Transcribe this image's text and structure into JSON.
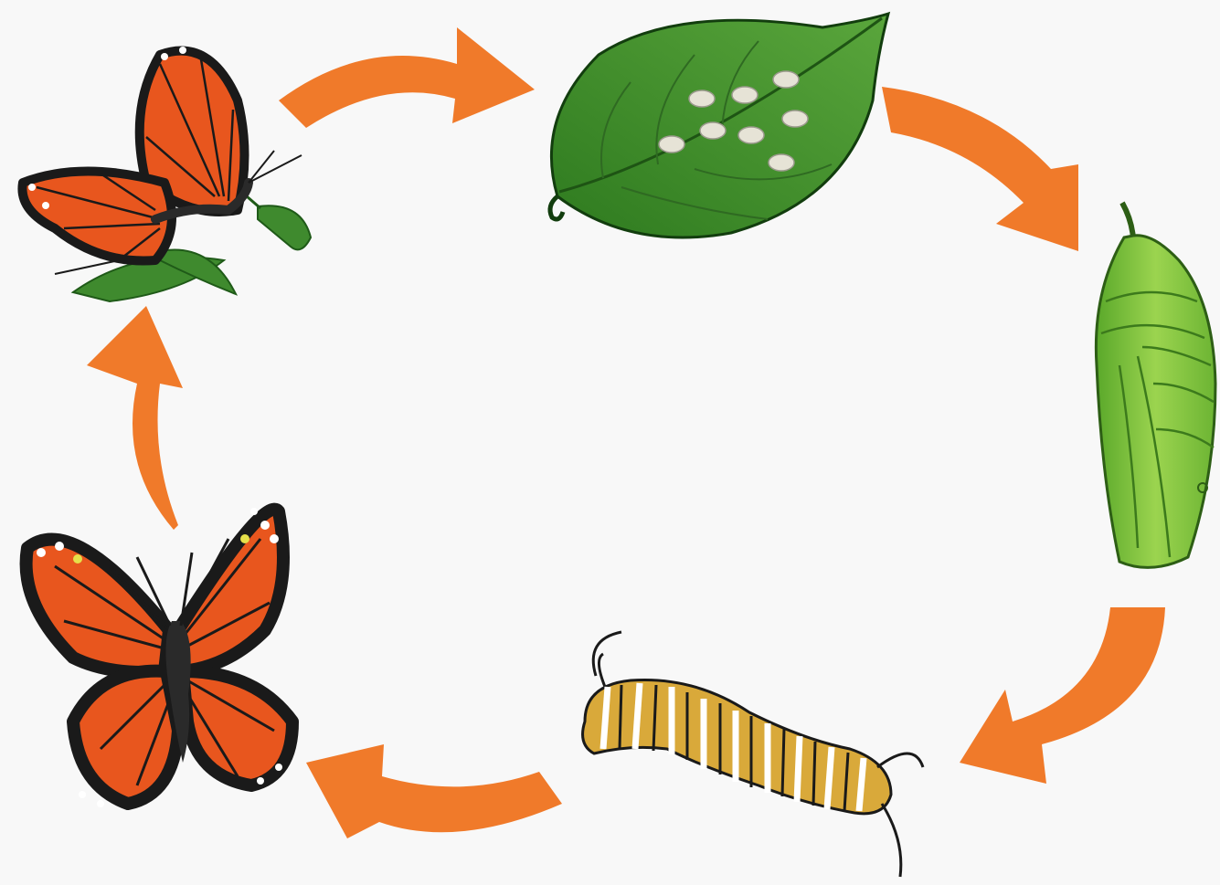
{
  "diagram": {
    "type": "cycle",
    "stages": [
      {
        "id": "eggs",
        "icon": "eggs-on-leaf-icon"
      },
      {
        "id": "chrysalis",
        "icon": "chrysalis-icon"
      },
      {
        "id": "caterpillar",
        "icon": "caterpillar-icon"
      },
      {
        "id": "butterfly",
        "icon": "butterfly-icon"
      },
      {
        "id": "mating-butterflies",
        "icon": "mating-butterflies-icon"
      }
    ],
    "arrows": [
      {
        "from": "mating-butterflies",
        "to": "eggs"
      },
      {
        "from": "eggs",
        "to": "chrysalis"
      },
      {
        "from": "chrysalis",
        "to": "caterpillar"
      },
      {
        "from": "caterpillar",
        "to": "butterfly"
      },
      {
        "from": "butterfly",
        "to": "mating-butterflies"
      }
    ]
  },
  "colors": {
    "background": "#f8f8f8",
    "arrow": "#f07a2a",
    "leaf": "#3f8a2e",
    "leaf_dark": "#1f5a18",
    "egg": "#e6e3d6",
    "chrysalis": "#7cc23a",
    "wing_orange": "#e8561e",
    "wing_black": "#1a1a1a",
    "caterpillar_yellow": "#d9a93a"
  }
}
